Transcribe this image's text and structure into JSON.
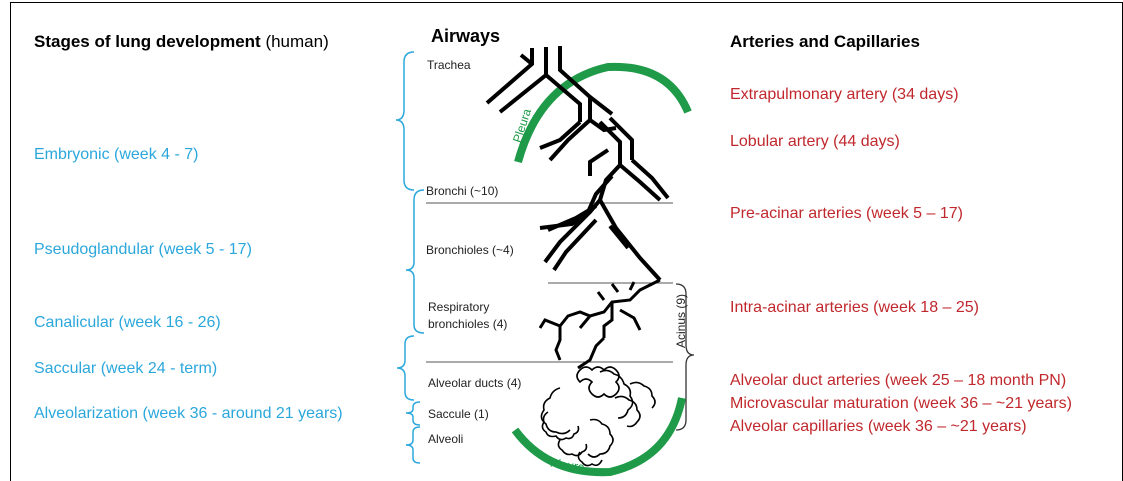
{
  "header": {
    "left_bold": "Stages of lung development",
    "left_normal": "(human)",
    "middle": "Airways",
    "right": "Arteries and Capillaries"
  },
  "stages": [
    "Embryonic (week 4 - 7)",
    "Pseudoglandular (week 5 - 17)",
    "Canalicular (week 16 - 26)",
    "Saccular (week 24 - term)",
    "Alveolarization (week 36 - around 21 years)"
  ],
  "airways": {
    "trachea": "Trachea",
    "bronchi": "Bronchi (~10)",
    "bronchioles": "Bronchioles (~4)",
    "resp_line1": "Respiratory",
    "resp_line2": "bronchioles (4)",
    "alveolar_ducts": "Alveolar ducts (4)",
    "saccule": "Saccule (1)",
    "alveoli": "Alveoli",
    "pleura": "Pleura",
    "acinus": "Acinus (9)"
  },
  "arteries": [
    "Extrapulmonary artery (34 days)",
    "Lobular artery (44 days)",
    "Pre-acinar arteries (week 5 – 17)",
    "Intra-acinar arteries (week 18 – 25)",
    "Alveolar duct arteries (week 25 – 18 month PN)",
    "Microvascular maturation (week 36 – ~21 years)",
    "Alveolar capillaries (week 36 – ~21 years)"
  ],
  "colors": {
    "stage": "#2ba7dc",
    "artery": "#c0282d",
    "pleura": "#1e9a48"
  }
}
